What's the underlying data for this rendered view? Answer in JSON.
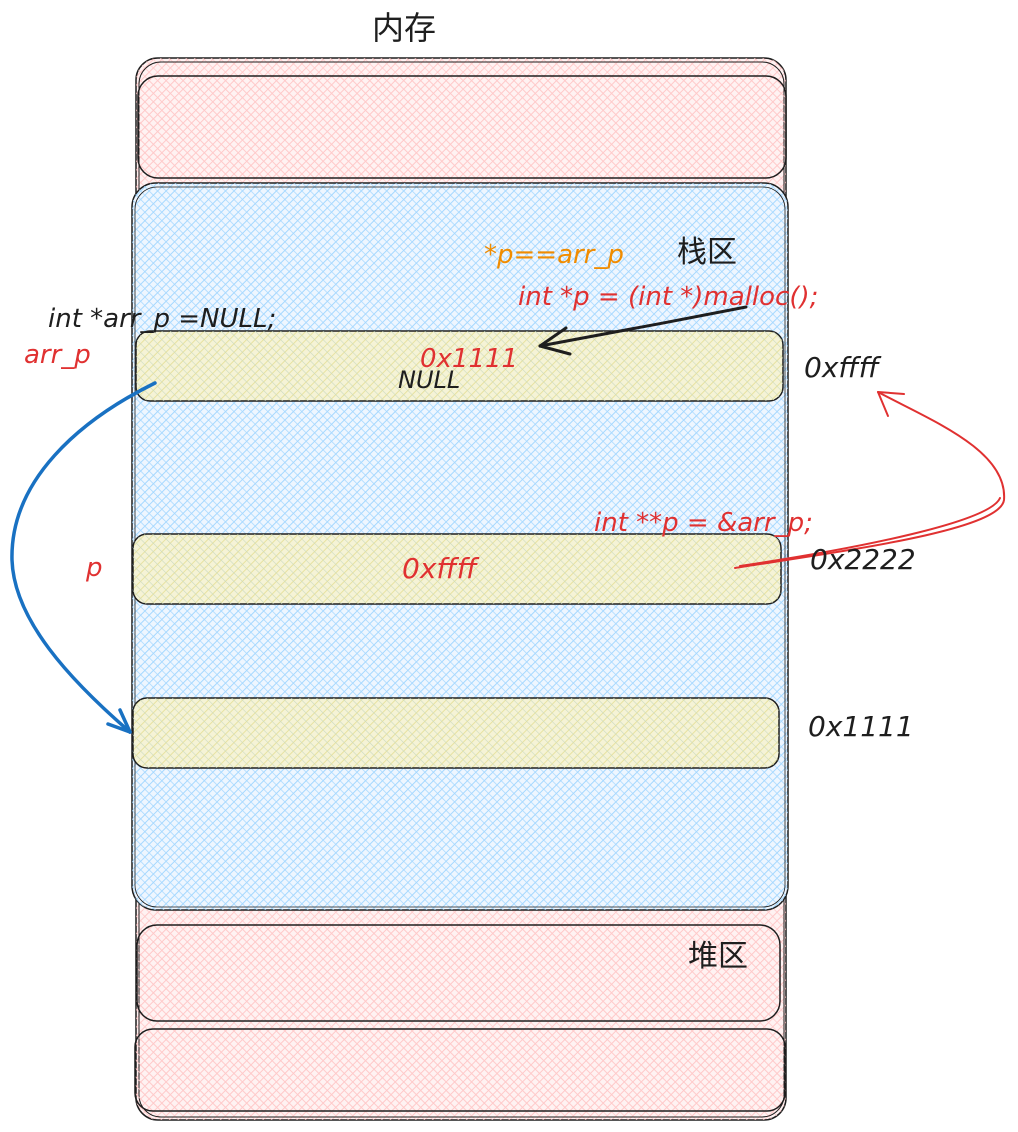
{
  "title": "内存",
  "stack_label": "栈区",
  "heap_label": "堆区",
  "code": {
    "deref_note": "*p==arr_p",
    "malloc_stmt": "int *p = (int *)malloc();",
    "arr_decl": "int *arr_p =NULL;",
    "pp_decl": "int **p = &arr_p;"
  },
  "cells": [
    {
      "var": "arr_p",
      "value_old": "NULL",
      "value_new": "0x1111",
      "address": "0xffff"
    },
    {
      "var": "p",
      "value": "0xffff",
      "address": "0x2222"
    },
    {
      "var": "",
      "value": "",
      "address": "0x1111"
    }
  ],
  "colors": {
    "memory_fill": "#ffc9c9",
    "stack_fill": "#a5d8ff",
    "cell_fill": "#ffec99",
    "stroke": "#1e1e1e",
    "red": "#e03131",
    "orange": "#f08c00",
    "blue": "#1971c2"
  }
}
